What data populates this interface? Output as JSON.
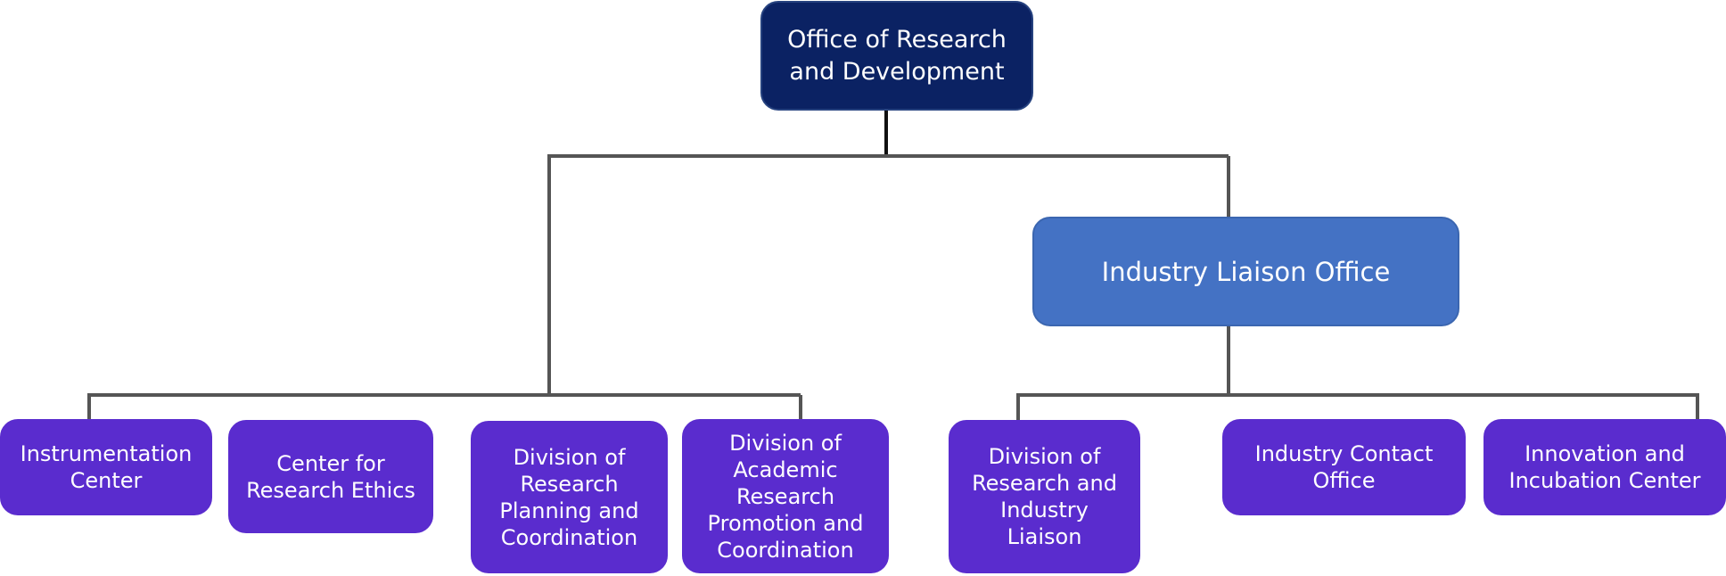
{
  "org_chart": {
    "root": "Office of Research\nand Development",
    "industry_liaison_office": "Industry Liaison Office",
    "units": [
      "Instrumentation\nCenter",
      "Center for\nResearch Ethics",
      "Division of\nResearch\nPlanning and\nCoordination",
      "Division of\nAcademic\nResearch\nPromotion and\nCoordination",
      "Division of\nResearch and\nIndustry\nLiaison",
      "Industry Contact\nOffice",
      "Innovation and\nIncubation Center"
    ]
  },
  "colors": {
    "root": "#0b2263",
    "liaison_office": "#4472c4",
    "unit": "#5a2cce",
    "connector": "#555555"
  }
}
